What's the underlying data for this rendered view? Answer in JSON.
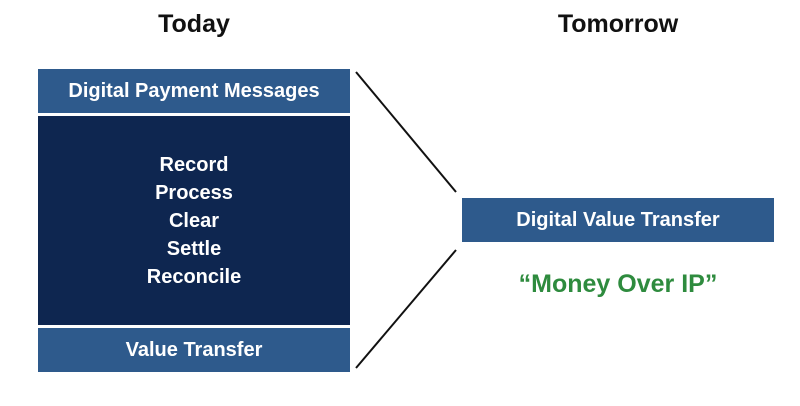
{
  "today": {
    "title": "Today",
    "top_box": "Digital Payment Messages",
    "process_steps": [
      "Record",
      "Process",
      "Clear",
      "Settle",
      "Reconcile"
    ],
    "bottom_box": "Value Transfer"
  },
  "tomorrow": {
    "title": "Tomorrow",
    "box": "Digital Value Transfer",
    "tagline": "“Money Over IP”"
  },
  "colors": {
    "light_box": "#2e5a8c",
    "dark_box": "#0e2650",
    "tagline": "#2e8b3e",
    "connector": "#111111"
  }
}
